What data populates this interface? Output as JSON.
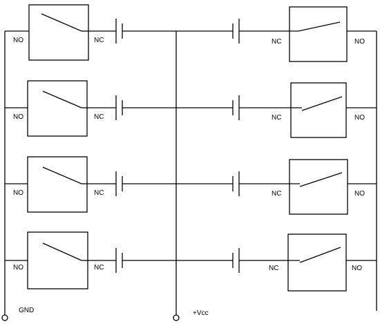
{
  "labels": {
    "no": "NO",
    "nc": "NC",
    "ground": "GND",
    "supply": "+Vcc"
  },
  "rows": 4,
  "colors": {
    "line": "#000000",
    "background": "#ffffff"
  }
}
